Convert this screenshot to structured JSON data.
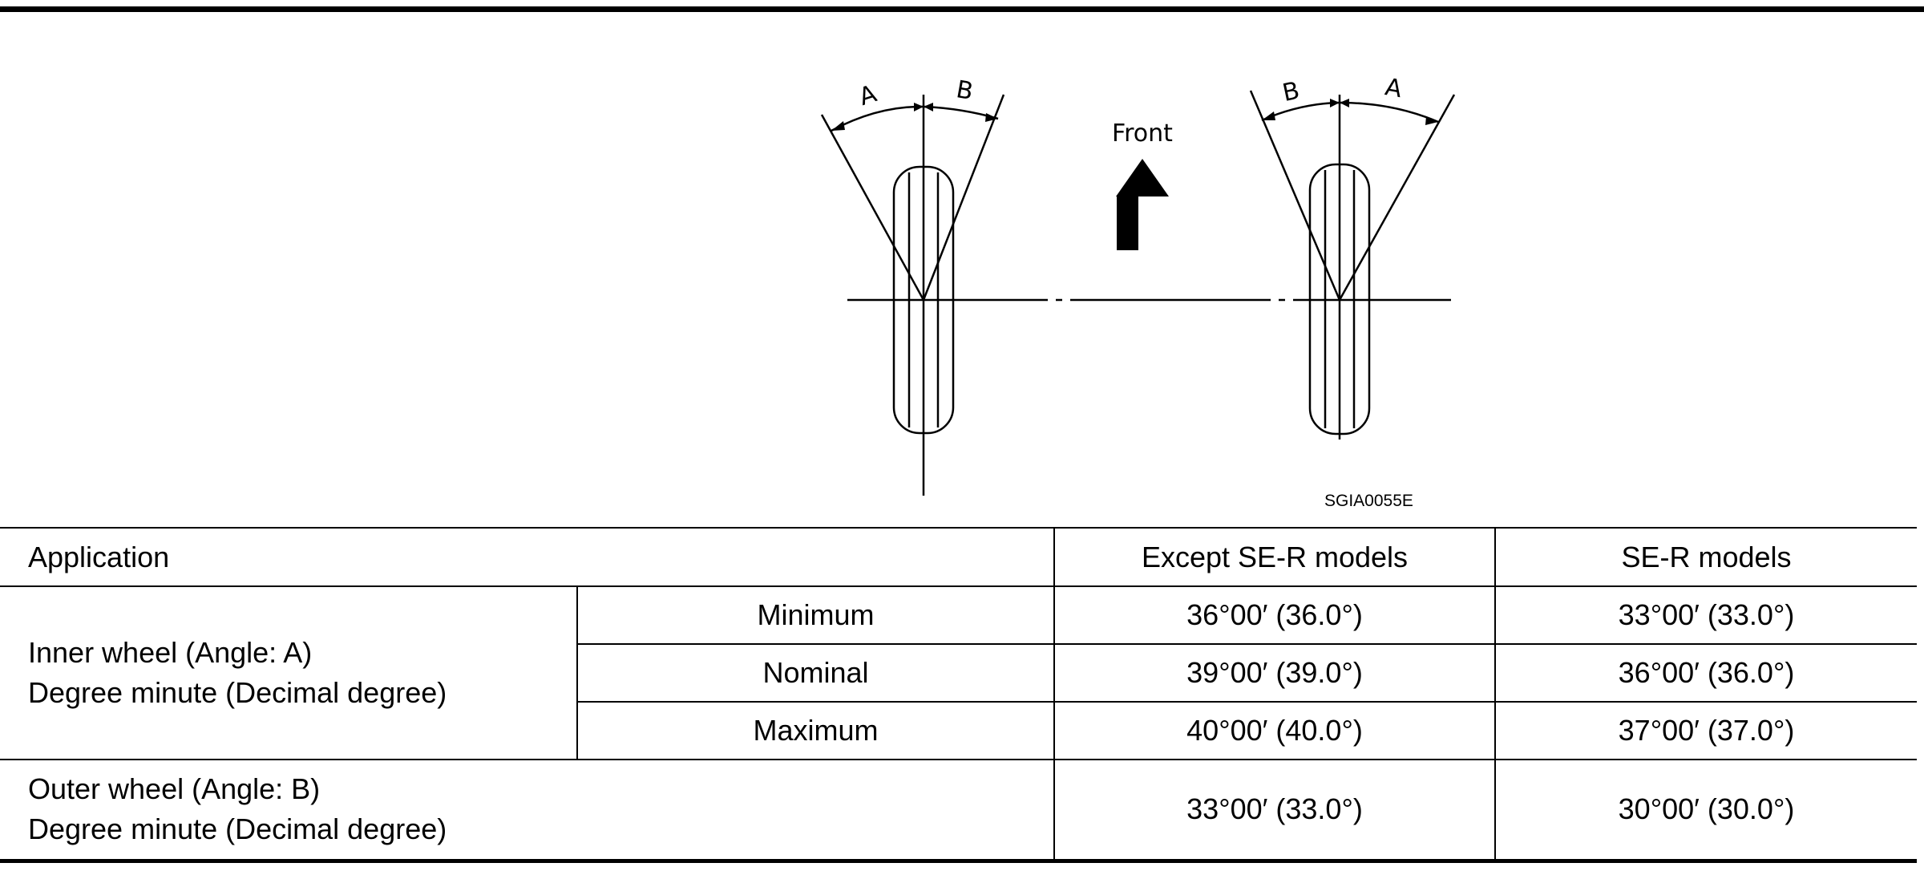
{
  "figure": {
    "label_a": "A",
    "label_b": "B",
    "front_label": "Front",
    "code": "SGIA0055E"
  },
  "table": {
    "header": {
      "application": "Application",
      "except_se_r": "Except SE-R models",
      "se_r": "SE-R models"
    },
    "inner_wheel": {
      "label_line1": "Inner wheel (Angle: A)",
      "label_line2": "Degree minute (Decimal degree)",
      "rows": [
        {
          "name": "Minimum",
          "except_se_r": "36°00′ (36.0°)",
          "se_r": "33°00′ (33.0°)"
        },
        {
          "name": "Nominal",
          "except_se_r": "39°00′ (39.0°)",
          "se_r": "36°00′ (36.0°)"
        },
        {
          "name": "Maximum",
          "except_se_r": "40°00′ (40.0°)",
          "se_r": "37°00′ (37.0°)"
        }
      ]
    },
    "outer_wheel": {
      "label_line1": "Outer wheel (Angle: B)",
      "label_line2": "Degree minute (Decimal degree)",
      "except_se_r": "33°00′ (33.0°)",
      "se_r": "30°00′ (30.0°)"
    }
  }
}
